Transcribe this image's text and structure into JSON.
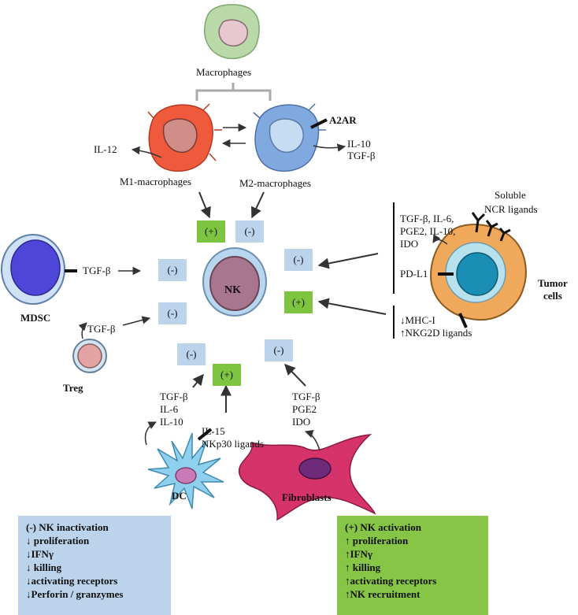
{
  "labels": {
    "macrophages": "Macrophages",
    "m1": "M1-macrophages",
    "m2": "M2-macrophages",
    "il12": "IL-12",
    "a2ar": "A2AR",
    "m2_secreted": [
      "IL-10",
      "TGF-β"
    ],
    "nk": "NK",
    "mdsc": "MDSC",
    "mdsc_tgf": "TGF-β",
    "treg": "Treg",
    "treg_tgf": "TGF-β",
    "dc": "DC",
    "dc_secreted": [
      "TGF-β",
      "IL-6",
      "IL-10"
    ],
    "dc_surface": [
      "IL-15",
      "NKp30 ligands"
    ],
    "fibroblasts": "Fibroblasts",
    "fib_secreted": [
      "TGF-β",
      "PGE2",
      "IDO"
    ],
    "tumor": [
      "Tumor",
      "cells"
    ],
    "tumor_secreted": [
      "TGF-β, IL-6,",
      "PGE2, IL-10,",
      "IDO"
    ],
    "pdl1": "PD-L1",
    "tumor_surface": [
      "↓MHC-I",
      "↑NKG2D ligands"
    ],
    "soluble": [
      "Soluble",
      "NCR ligands"
    ]
  },
  "badges": {
    "m1": "(+)",
    "m2": "(-)",
    "mdsc": "(-)",
    "treg": "(-)",
    "tumor_neg": "(-)",
    "tumor_pos": "(+)",
    "dc_neg": "(-)",
    "dc_pos": "(+)",
    "fib": "(-)"
  },
  "legend_neg": {
    "title": "(-) NK inactivation",
    "items": [
      "↓ proliferation",
      "↓IFNγ",
      "↓ killing",
      "↓activating receptors",
      "↓Perforin / granzymes"
    ]
  },
  "legend_pos": {
    "title": "(+) NK activation",
    "items": [
      "↑ proliferation",
      "↑IFNγ",
      "↑ killing",
      "↑activating receptors",
      "↑NK recruitment"
    ]
  },
  "colors": {
    "inhibition": "#bcd3ec",
    "activation": "#7dc540",
    "m1_cell": "#ef5a3c",
    "m2_cell": "#7fa9df",
    "tumor_cell": "#f0a85a",
    "fibroblast": "#d6336b",
    "dc": "#8fd0ef",
    "mdsc": "#5046d8"
  }
}
